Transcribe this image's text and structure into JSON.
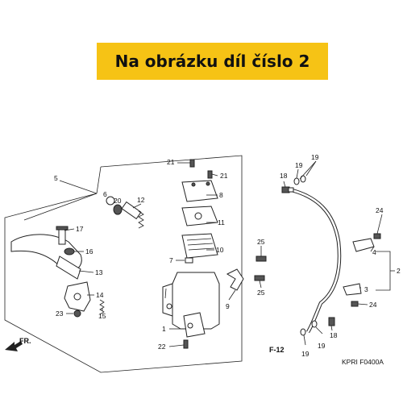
{
  "banner": {
    "text": "Na obrázku díl číslo 2"
  },
  "diagram": {
    "ref_section": "F-12",
    "code": "KPRI F0400A",
    "front_label": "FR.",
    "callouts": [
      "1",
      "2",
      "3",
      "4",
      "5",
      "6",
      "7",
      "8",
      "9",
      "10",
      "11",
      "12",
      "13",
      "14",
      "15",
      "16",
      "17",
      "18",
      "19",
      "20",
      "21",
      "22",
      "23",
      "24",
      "25"
    ]
  },
  "colors": {
    "banner_bg": "#f6c315",
    "line": "#222222"
  }
}
